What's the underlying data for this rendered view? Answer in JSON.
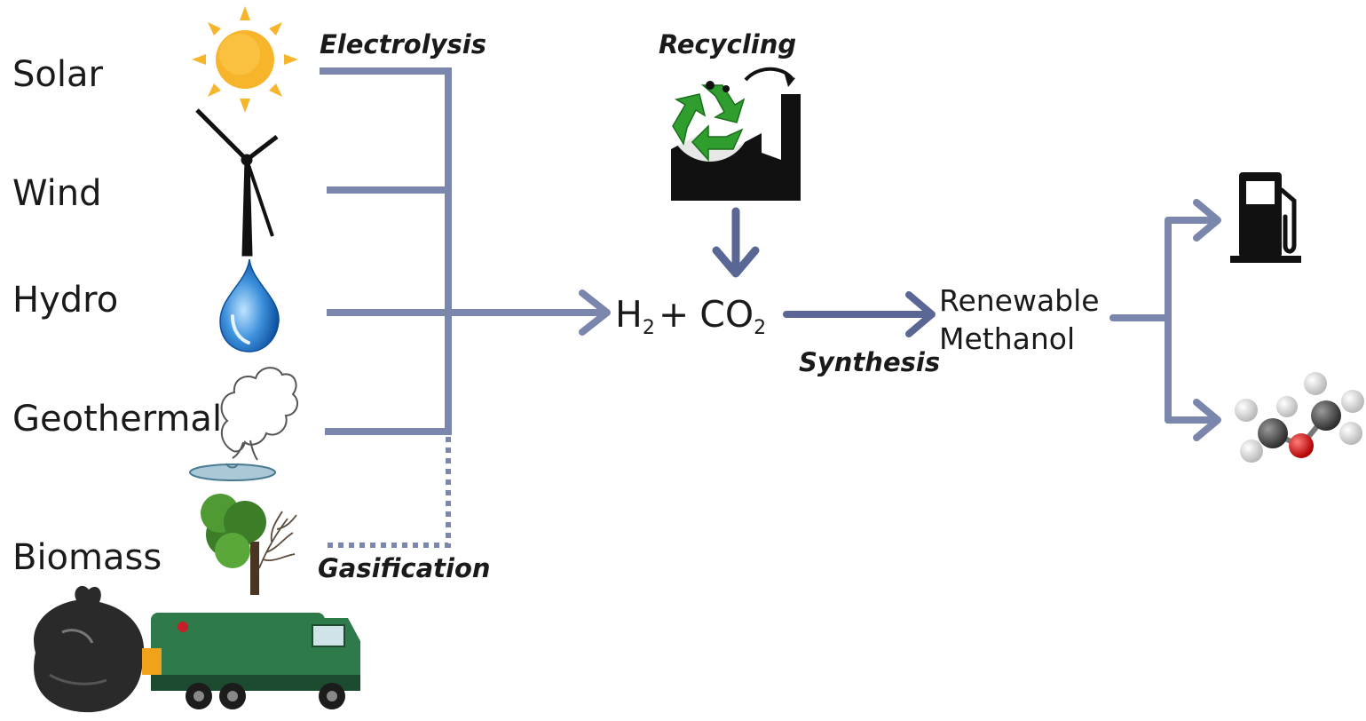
{
  "sources": [
    {
      "id": "solar",
      "label": "Solar",
      "icon": "sun-icon"
    },
    {
      "id": "wind",
      "label": "Wind",
      "icon": "wind-turbine-icon"
    },
    {
      "id": "hydro",
      "label": "Hydro",
      "icon": "water-drop-icon"
    },
    {
      "id": "geothermal",
      "label": "Geothermal",
      "icon": "geyser-steam-icon"
    },
    {
      "id": "biomass",
      "label": "Biomass",
      "icon": "tree-garbage-truck-icon"
    }
  ],
  "processes": {
    "electrolysis": "Electrolysis",
    "gasification": "Gasification",
    "recycling": "Recycling",
    "synthesis": "Synthesis"
  },
  "reactants": {
    "h": "H",
    "h_sub": "2",
    "plus": "+",
    "co": "CO",
    "co_sub": "2"
  },
  "product": {
    "line1": "Renewable",
    "line2": "Methanol"
  },
  "outputs": [
    {
      "id": "fuel",
      "icon": "fuel-pump-icon"
    },
    {
      "id": "dme",
      "icon": "dimethyl-ether-molecule-icon"
    }
  ],
  "colors": {
    "flow_line": "#7b86ad",
    "sun": "#f7b52c",
    "water": "#2a7fd0",
    "recycle_green": "#2f9e2f",
    "truck_green": "#2f7a4a",
    "oxygen": "#d11a1a"
  }
}
